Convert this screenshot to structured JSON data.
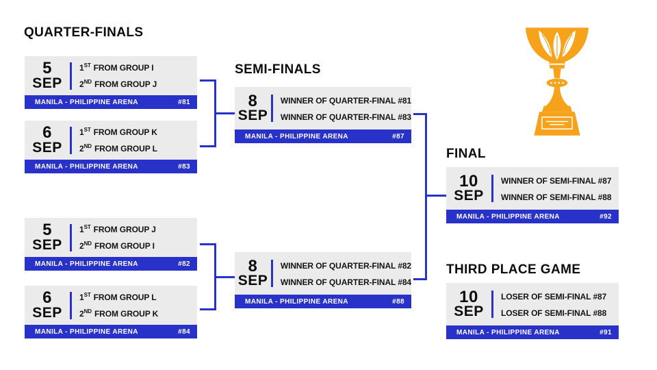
{
  "colors": {
    "accent_blue": "#2832c9",
    "card_background": "#ebebeb",
    "trophy_gold": "#f6a21a",
    "text_black": "#0d0d0d"
  },
  "headings": {
    "quarter_finals": "QUARTER-FINALS",
    "semi_finals": "SEMI-FINALS",
    "final": "FINAL",
    "third_place": "THIRD PLACE GAME"
  },
  "icons": {
    "trophy": "fiba-world-cup-trophy"
  },
  "matches": [
    {
      "stage": "quarter-final",
      "day": "5",
      "month": "SEP",
      "line1": {
        "pre": "1",
        "sup": "ST",
        "post": "FROM GROUP I"
      },
      "line2": {
        "pre": "2",
        "sup": "ND",
        "post": "FROM GROUP J"
      },
      "venue": "MANILA - PHILIPPINE ARENA",
      "game_no": "#81"
    },
    {
      "stage": "quarter-final",
      "day": "6",
      "month": "SEP",
      "line1": {
        "pre": "1",
        "sup": "ST",
        "post": "FROM GROUP K"
      },
      "line2": {
        "pre": "2",
        "sup": "ND",
        "post": "FROM GROUP L"
      },
      "venue": "MANILA - PHILIPPINE ARENA",
      "game_no": "#83"
    },
    {
      "stage": "quarter-final",
      "day": "5",
      "month": "SEP",
      "line1": {
        "pre": "1",
        "sup": "ST",
        "post": "FROM GROUP J"
      },
      "line2": {
        "pre": "2",
        "sup": "ND",
        "post": "FROM GROUP I"
      },
      "venue": "MANILA - PHILIPPINE ARENA",
      "game_no": "#82"
    },
    {
      "stage": "quarter-final",
      "day": "6",
      "month": "SEP",
      "line1": {
        "pre": "1",
        "sup": "ST",
        "post": "FROM GROUP L"
      },
      "line2": {
        "pre": "2",
        "sup": "ND",
        "post": "FROM GROUP K"
      },
      "venue": "MANILA - PHILIPPINE ARENA",
      "game_no": "#84"
    },
    {
      "stage": "semi-final",
      "day": "8",
      "month": "SEP",
      "line1": {
        "pre": "WINNER OF QUARTER-FINAL #81",
        "sup": "",
        "post": ""
      },
      "line2": {
        "pre": "WINNER OF QUARTER-FINAL #83",
        "sup": "",
        "post": ""
      },
      "venue": "MANILA - PHILIPPINE ARENA",
      "game_no": "#87"
    },
    {
      "stage": "semi-final",
      "day": "8",
      "month": "SEP",
      "line1": {
        "pre": "WINNER OF QUARTER-FINAL #82",
        "sup": "",
        "post": ""
      },
      "line2": {
        "pre": "WINNER OF QUARTER-FINAL #84",
        "sup": "",
        "post": ""
      },
      "venue": "MANILA - PHILIPPINE ARENA",
      "game_no": "#88"
    },
    {
      "stage": "final",
      "day": "10",
      "month": "SEP",
      "line1": {
        "pre": "WINNER OF SEMI-FINAL #87",
        "sup": "",
        "post": ""
      },
      "line2": {
        "pre": "WINNER OF SEMI-FINAL #88",
        "sup": "",
        "post": ""
      },
      "venue": "MANILA - PHILIPPINE ARENA",
      "game_no": "#92"
    },
    {
      "stage": "third-place",
      "day": "10",
      "month": "SEP",
      "line1": {
        "pre": "LOSER OF SEMI-FINAL #87",
        "sup": "",
        "post": ""
      },
      "line2": {
        "pre": "LOSER OF SEMI-FINAL #88",
        "sup": "",
        "post": ""
      },
      "venue": "MANILA - PHILIPPINE ARENA",
      "game_no": "#91"
    }
  ]
}
